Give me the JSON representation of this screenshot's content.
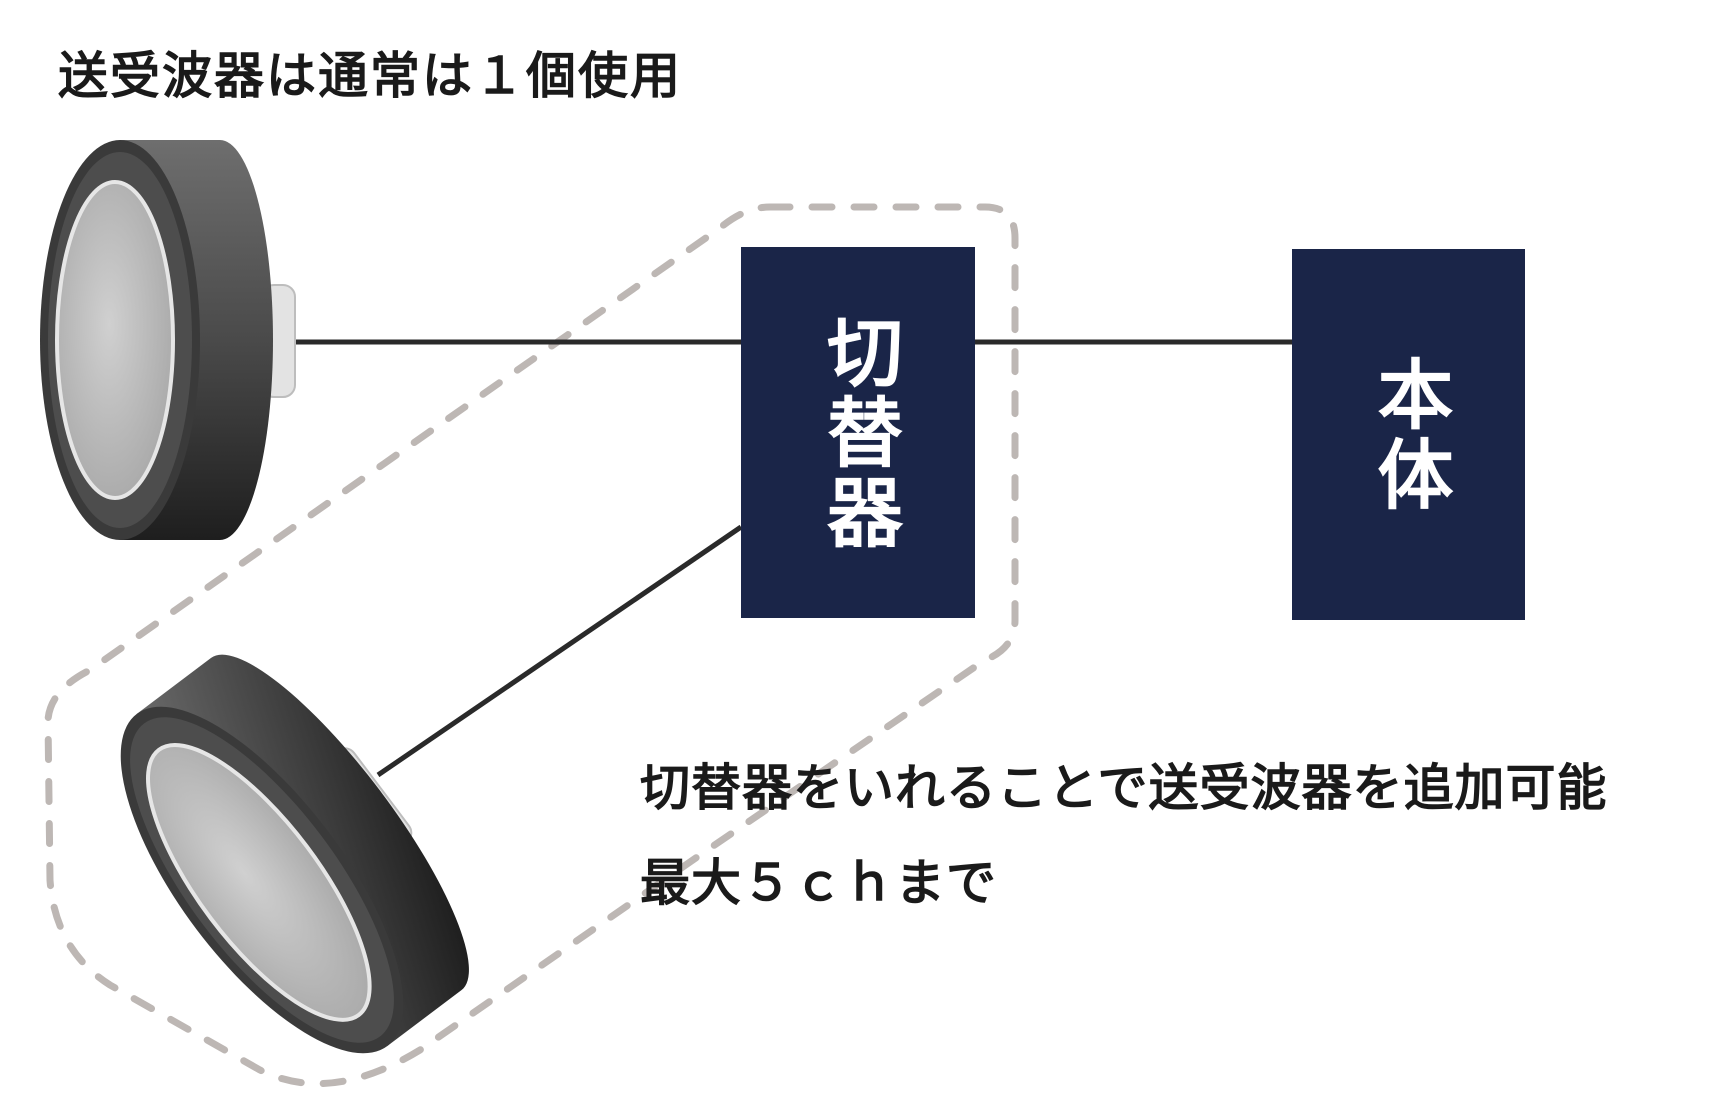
{
  "captions": {
    "top": "送受波器は通常は１個使用",
    "note_line1": "切替器をいれることで送受波器を追加可能",
    "note_line2": "最大５ｃｈまで"
  },
  "boxes": {
    "switcher": "切替器",
    "main_unit": "本体"
  },
  "colors": {
    "box_fill": "#1a2548",
    "box_text": "#ffffff",
    "dashed_outline": "#bdb7b4",
    "cable": "#2a2a2a",
    "transducer_body": "#5a5a5a",
    "transducer_face": "#c2c2c2"
  }
}
